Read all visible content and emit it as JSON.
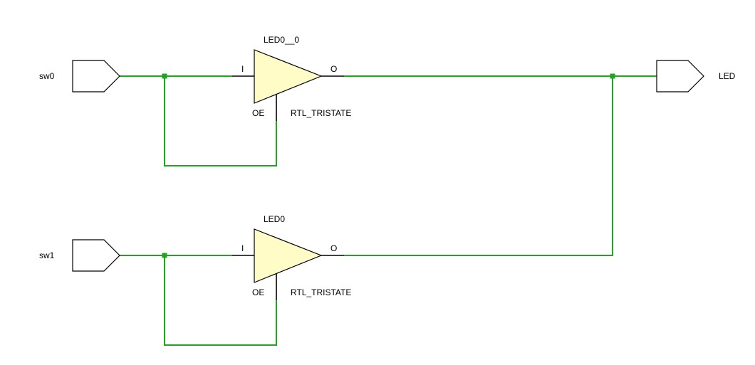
{
  "colors": {
    "wire": "#1fa51f",
    "buffer_fill": "#fffcc8",
    "stroke": "#000000",
    "background": "#ffffff"
  },
  "ports": {
    "sw0": "sw0",
    "sw1": "sw1",
    "led": "LED"
  },
  "cells": [
    {
      "instance": "LED0__0",
      "type": "RTL_TRISTATE",
      "pin_in": "I",
      "pin_out": "O",
      "pin_enable": "OE"
    },
    {
      "instance": "LED0",
      "type": "RTL_TRISTATE",
      "pin_in": "I",
      "pin_out": "O",
      "pin_enable": "OE"
    }
  ]
}
